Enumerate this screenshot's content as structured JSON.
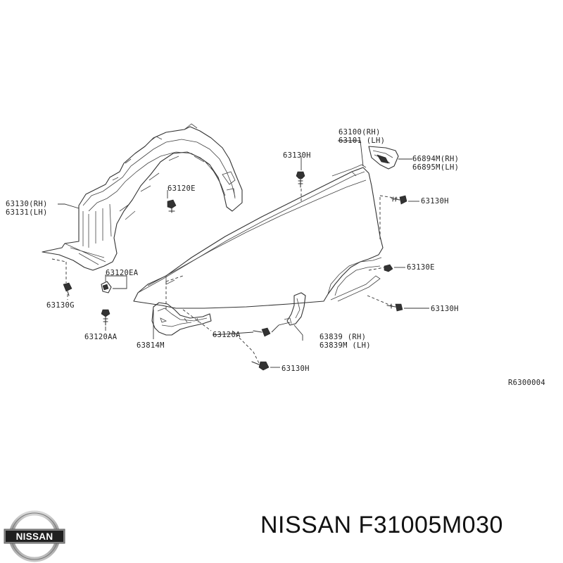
{
  "diagram": {
    "callouts": {
      "fender_rh": "63100(RH)",
      "fender_lh": "63101 (LH)",
      "protector_rh": "63130(RH)",
      "protector_lh": "63131(LH)",
      "clip_63120e": "63120E",
      "clip_63120ea": "63120EA",
      "screw_63130g": "63130G",
      "screw_63120aa": "63120AA",
      "bracket_63814m": "63814M",
      "screw_63120a": "63120A",
      "bolt_top": "63130H",
      "bolt_rear_upper": "63130H",
      "clip_63130e": "63130E",
      "bolt_rear_lower": "63130H",
      "bolt_bottom": "63130H",
      "mudguard_rh": "63839  (RH)",
      "mudguard_lh": "63839M (LH)",
      "trim_rh": "66894M(RH)",
      "trim_lh": "66895M(LH)"
    },
    "figure_code": "R6300004"
  },
  "footer": {
    "brand_logo_text": "NISSAN",
    "title": "NISSAN F31005M030"
  }
}
